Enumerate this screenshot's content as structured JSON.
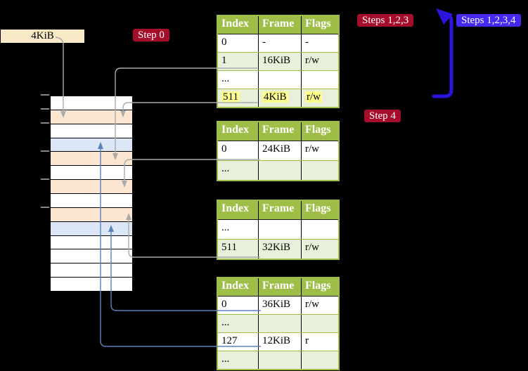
{
  "labels": {
    "page_size_box": "4KiB",
    "step0": "Step 0",
    "steps123": "Steps 1,2,3",
    "steps1234": "Steps 1,2,3,4",
    "step4": "Step 4"
  },
  "tables": [
    {
      "name": "page-table-top",
      "headers": [
        "Index",
        "Frame",
        "Flags"
      ],
      "rows": [
        {
          "index": "0",
          "frame": "-",
          "flags": "-"
        },
        {
          "index": "1",
          "frame": "16KiB",
          "flags": "r/w"
        },
        {
          "index": "...",
          "frame": "",
          "flags": ""
        },
        {
          "index": "511",
          "frame": "4KiB",
          "flags": "r/w"
        }
      ],
      "highlighted_row_index": "511"
    },
    {
      "name": "page-table-mid-a",
      "headers": [
        "Index",
        "Frame",
        "Flags"
      ],
      "rows": [
        {
          "index": "0",
          "frame": "24KiB",
          "flags": "r/w"
        },
        {
          "index": "...",
          "frame": "",
          "flags": ""
        }
      ]
    },
    {
      "name": "page-table-mid-b",
      "headers": [
        "Index",
        "Frame",
        "Flags"
      ],
      "rows": [
        {
          "index": "...",
          "frame": "",
          "flags": ""
        },
        {
          "index": "511",
          "frame": "32KiB",
          "flags": "r/w"
        }
      ]
    },
    {
      "name": "page-table-leaf",
      "headers": [
        "Index",
        "Frame",
        "Flags"
      ],
      "rows": [
        {
          "index": "0",
          "frame": "36KiB",
          "flags": "r/w"
        },
        {
          "index": "...",
          "frame": "",
          "flags": ""
        },
        {
          "index": "127",
          "frame": "12KiB",
          "flags": "r"
        },
        {
          "index": "...",
          "frame": "",
          "flags": ""
        }
      ]
    }
  ],
  "memory": {
    "rows": [
      "white",
      "peach",
      "white",
      "blue",
      "peach",
      "white",
      "peach",
      "white",
      "peach",
      "blue",
      "white",
      "white",
      "white",
      "white"
    ]
  },
  "colors": {
    "green": "#9EBE47",
    "rowgreen": "#E9F0DA",
    "peach": "#FCE5D1",
    "ltblue": "#DBE7F6",
    "wheat": "#F7E8C6",
    "crimson": "#A60D2B",
    "badge-blue": "#4629EE",
    "arrow-blue": "#2B15DE",
    "connector-grey": "#ABABAB",
    "connector-steelblue": "#5B81BE",
    "hlyellow": "#FFFF8F"
  }
}
